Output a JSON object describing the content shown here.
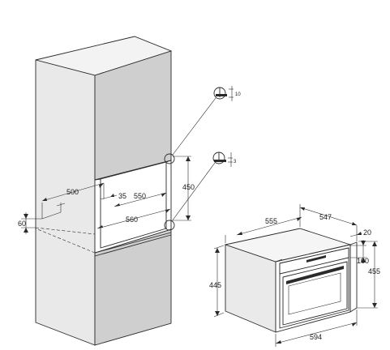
{
  "dimensions": {
    "niche_depth": "500",
    "niche_inner_offset": "35",
    "niche_inner_width": "550",
    "niche_height": "450",
    "niche_width": "560",
    "bottom_gap": "60",
    "oven_depth": "555",
    "oven_top_depth": "547",
    "front_overhang": "20",
    "panel_height": "100",
    "oven_total_height": "455",
    "oven_body_height": "445",
    "oven_width": "594"
  },
  "details": {
    "top_clearance": "10",
    "bottom_clearance": "3"
  }
}
